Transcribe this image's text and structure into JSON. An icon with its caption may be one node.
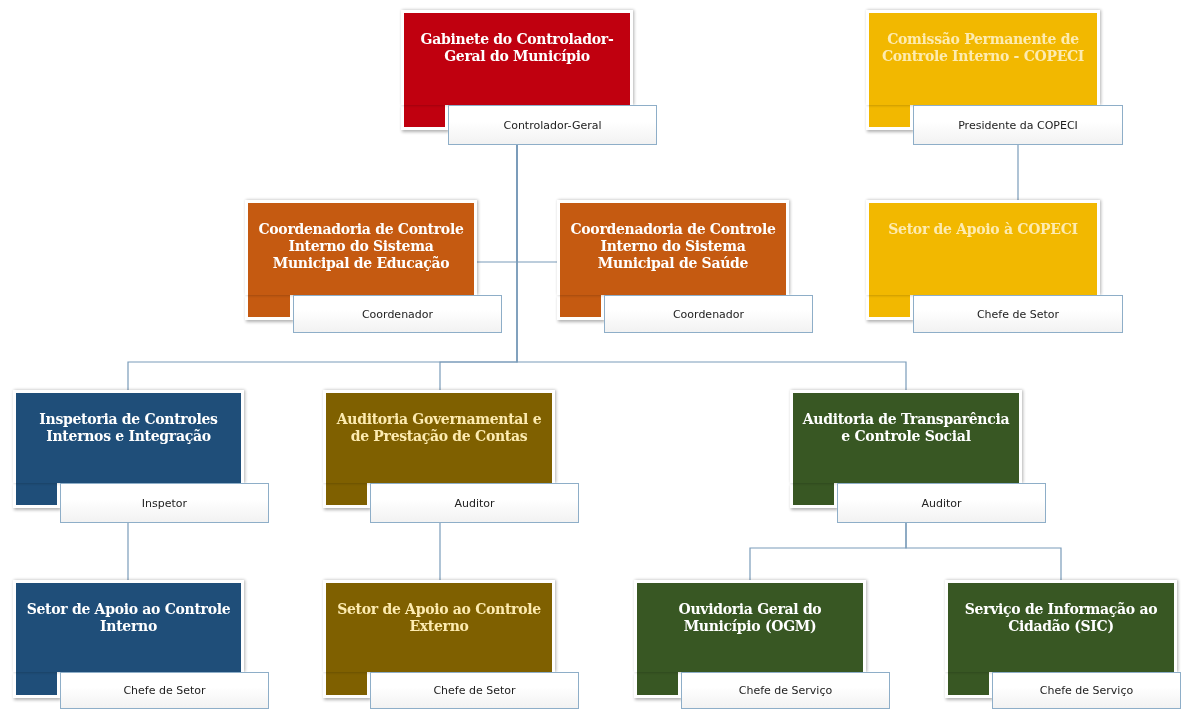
{
  "diagram": {
    "nodes": [
      {
        "text": [
          "Gabinete do Controlador-Geral do Município"
        ]
      },
      {
        "text": [
          "Controlador-Geral"
        ]
      },
      {
        "text": [
          "Comissão Permanente de Controle Interno - COPECI"
        ]
      },
      {
        "text": [
          "Presidente da COPECI"
        ]
      },
      {
        "text": [
          "Coordenadoria de Controle Interno do Sistema Municipal de Educação"
        ]
      },
      {
        "text": [
          "Coordenador"
        ]
      },
      {
        "text": [
          "Coordenadoria de Controle Interno do Sistema Municipal de Saúde"
        ]
      },
      {
        "text": [
          "Coordenador"
        ]
      },
      {
        "text": [
          "Setor de Apoio à COPECI"
        ]
      },
      {
        "text": [
          "Chefe de Setor"
        ]
      },
      {
        "text": [
          "Inspetoria de Controles Internos e Integração"
        ]
      },
      {
        "text": [
          "Inspetor"
        ]
      },
      {
        "text": [
          "Auditoria Governamental e de Prestação de Contas"
        ]
      },
      {
        "text": [
          "Auditor"
        ]
      },
      {
        "text": [
          "Auditoria de Transparência e Controle Social"
        ]
      },
      {
        "text": [
          "Auditor"
        ]
      },
      {
        "text": [
          "Setor de Apoio ao Controle Interno"
        ]
      },
      {
        "text": [
          "Chefe de Setor"
        ]
      },
      {
        "text": [
          "Setor de Apoio ao Controle Externo"
        ]
      },
      {
        "text": [
          "Chefe de Setor"
        ]
      },
      {
        "text": [
          "Ouvidoria Geral do Município (OGM)"
        ]
      },
      {
        "text": [
          "Chefe de Serviço"
        ]
      },
      {
        "text": [
          "Serviço de Informação ao Cidadão (SIC)"
        ]
      },
      {
        "text": [
          "Chefe de Serviço"
        ]
      }
    ],
    "edges": [
      {
        "from": 1,
        "to": 4,
        "arrow": "none"
      },
      {
        "from": 1,
        "to": 6,
        "arrow": "none"
      },
      {
        "from": 1,
        "to": 10,
        "arrow": "none"
      },
      {
        "from": 1,
        "to": 12,
        "arrow": "none"
      },
      {
        "from": 1,
        "to": 14,
        "arrow": "none"
      },
      {
        "from": 3,
        "to": 8,
        "arrow": "none"
      },
      {
        "from": 11,
        "to": 16,
        "arrow": "none"
      },
      {
        "from": 13,
        "to": 18,
        "arrow": "none"
      },
      {
        "from": 15,
        "to": 20,
        "arrow": "none"
      },
      {
        "from": 15,
        "to": 22,
        "arrow": "none"
      }
    ]
  }
}
